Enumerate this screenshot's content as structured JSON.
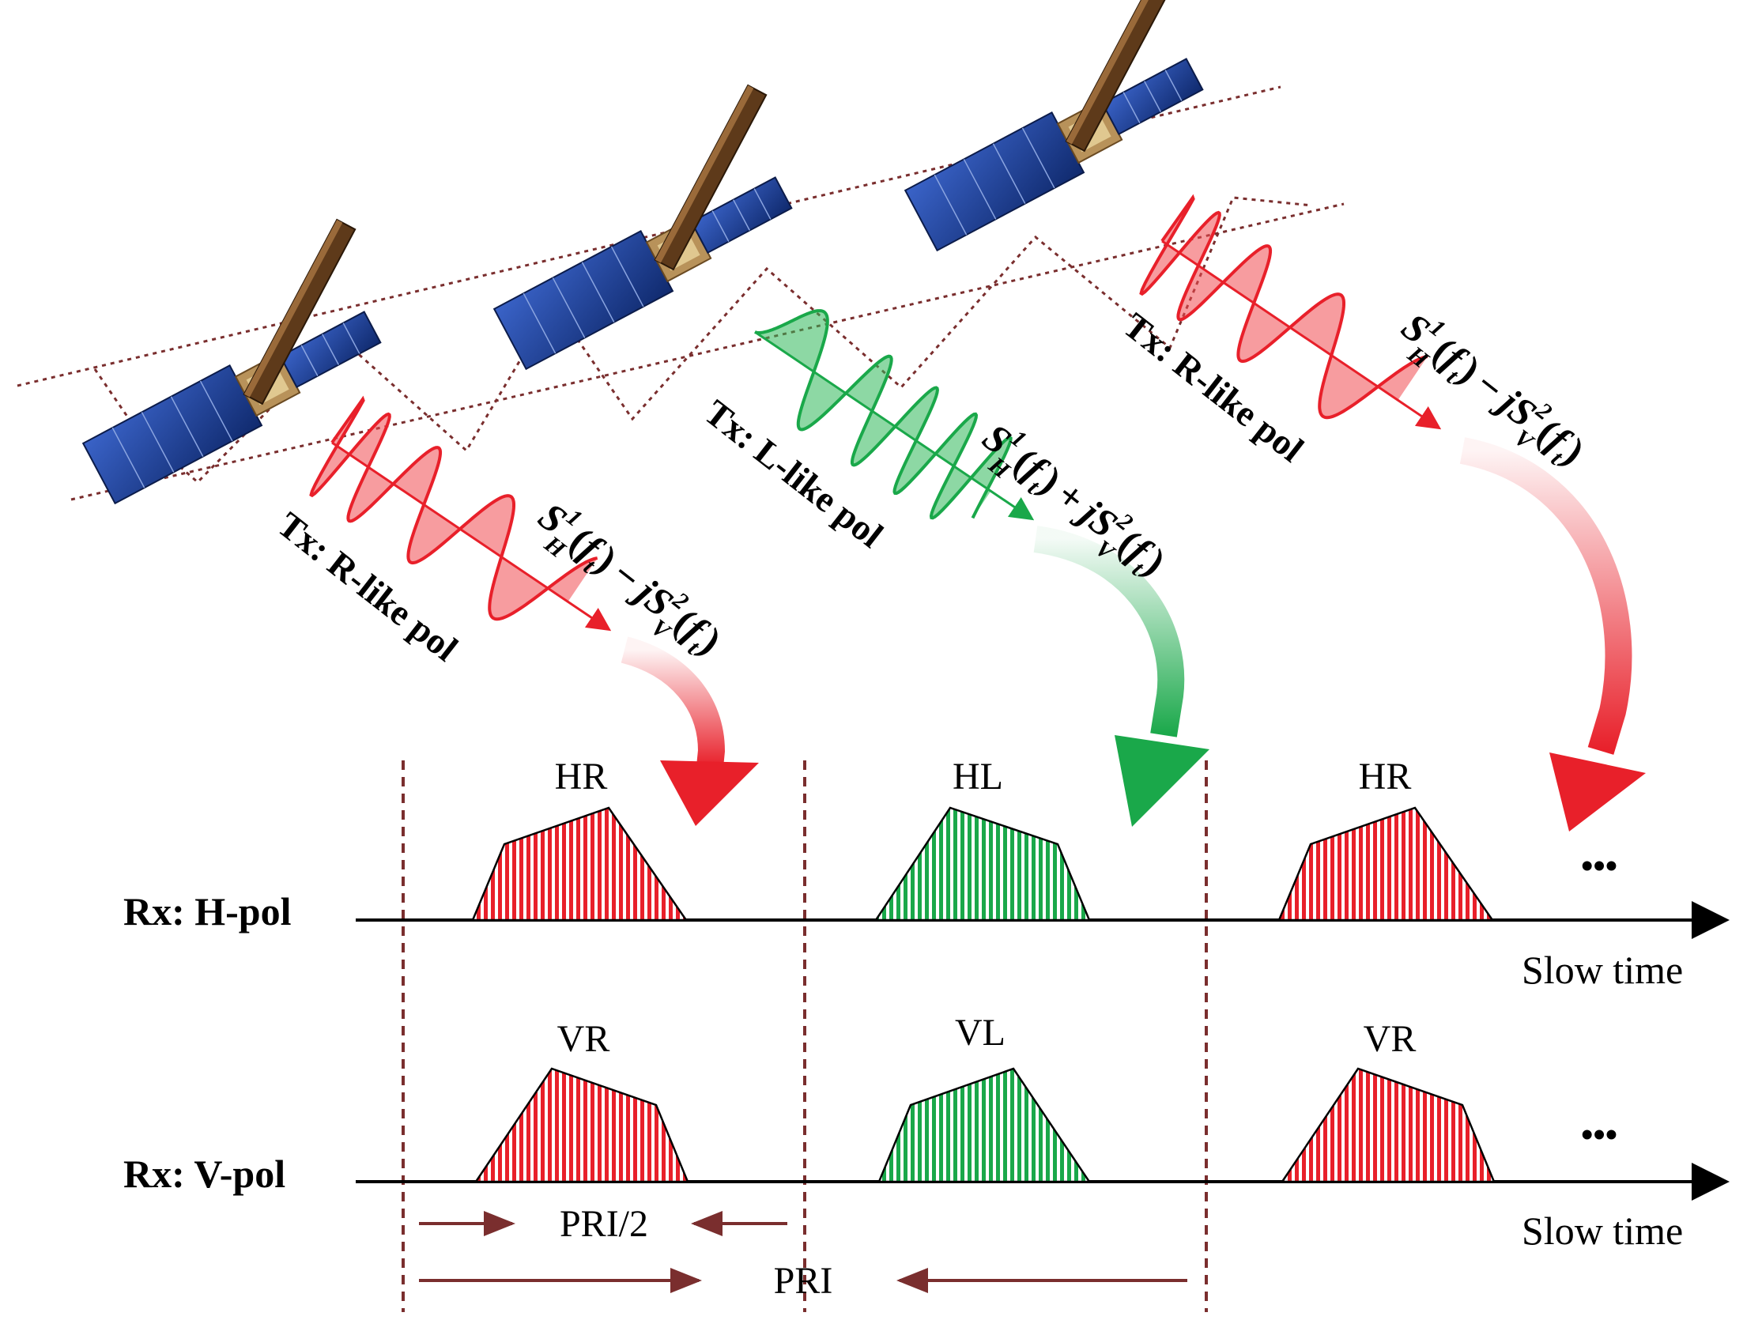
{
  "tx_labels": [
    "Tx: R-like pol",
    "Tx: L-like pol",
    "Tx: R-like pol"
  ],
  "formulas": [
    {
      "op": "−"
    },
    {
      "op": "+"
    },
    {
      "op": "−"
    }
  ],
  "formula_parts": {
    "S": "S",
    "H": "H",
    "V": "V",
    "sup1": "1",
    "sup2": "2",
    "j": "j",
    "f": "f",
    "t": "t",
    "lp": "(",
    "rp": ")"
  },
  "rx_rows": [
    {
      "label": "Rx: H-pol",
      "pulses": [
        "HR",
        "HL",
        "HR"
      ]
    },
    {
      "label": "Rx: V-pol",
      "pulses": [
        "VR",
        "VL",
        "VR"
      ]
    }
  ],
  "axis_label": "Slow time",
  "ellipsis": "•••",
  "interval_labels": {
    "half": "PRI/2",
    "full": "PRI"
  },
  "colors": {
    "red": "#e8202a",
    "green": "#1aa84a",
    "red_fill": "#f04a50",
    "green_fill": "#2fb85a",
    "marker": "#7a2e2e",
    "panel": "#1e3f8f"
  }
}
